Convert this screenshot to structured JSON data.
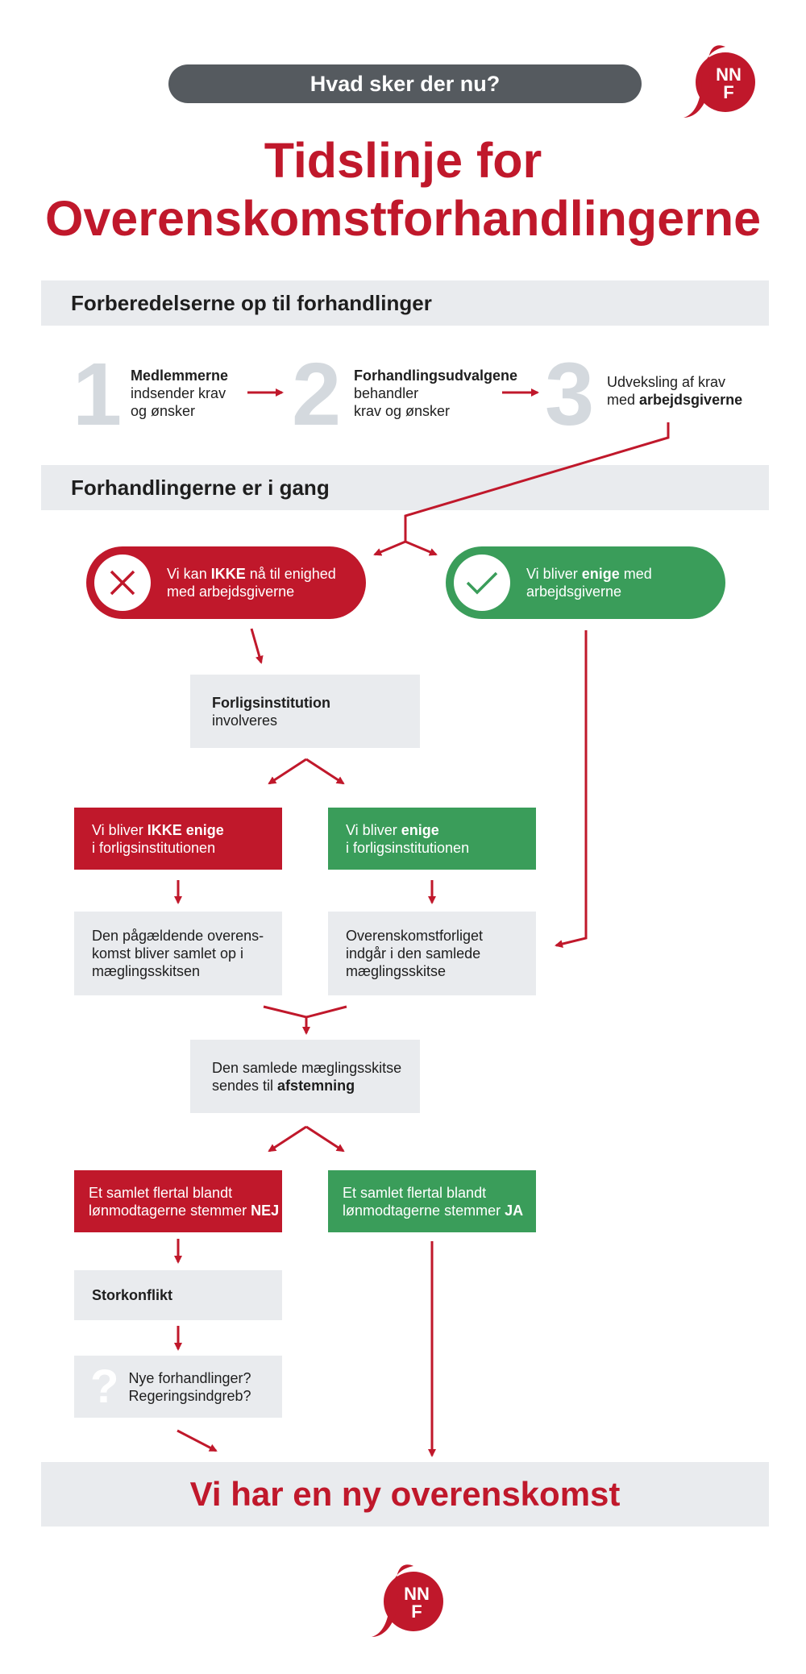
{
  "header": {
    "pill_label": "Hvad sker der nu?"
  },
  "title": {
    "line1": "Tidslinje for",
    "line2": "Overenskomstforhandlingerne"
  },
  "section1": {
    "label": "Forberedelserne op til forhandlinger"
  },
  "steps": [
    {
      "number": "1",
      "bold": "Medlemmerne",
      "text1": "indsender krav",
      "text2": "og ønsker"
    },
    {
      "number": "2",
      "bold": "Forhandlingsudvalgene",
      "text1": "behandler",
      "text2": "krav og ønsker"
    },
    {
      "number": "3",
      "text1": "Udveksling af krav",
      "text2_pre": "med ",
      "text2_bold": "arbejdsgiverne"
    }
  ],
  "section2": {
    "label": "Forhandlingerne er i gang"
  },
  "no_agreement": {
    "pre": "Vi kan ",
    "bold": "IKKE",
    "post": " nå til enighed",
    "line2": "med arbejdsgiverne"
  },
  "agreement": {
    "pre": "Vi bliver ",
    "bold": "enige",
    "post": " med",
    "line2": "arbejdsgiverne"
  },
  "mediator": {
    "bold": "Forligsinstitution",
    "line2": "involveres"
  },
  "mediator_no": {
    "pre": "Vi bliver ",
    "bold": "IKKE enige",
    "line2": "i forligsinstitutionen"
  },
  "mediator_yes": {
    "pre": "Vi bliver ",
    "bold": "enige",
    "line2": "i forligsinstitutionen"
  },
  "sketch_no": {
    "line1": "Den pågældende overens-",
    "line2": "komst bliver samlet op i",
    "line3": "mæglingsskitsen"
  },
  "sketch_yes": {
    "line1": "Overenskomstforliget",
    "line2": "indgår i den samlede",
    "line3": "mæglingsskitse"
  },
  "vote": {
    "line1": "Den samlede mæglingsskitse",
    "line2_pre": "sendes til ",
    "line2_bold": "afstemning"
  },
  "vote_no": {
    "line1": "Et samlet flertal blandt",
    "line2_pre": "lønmodtagerne stemmer ",
    "line2_bold": "NEJ"
  },
  "vote_yes": {
    "line1": "Et samlet flertal blandt",
    "line2_pre": "lønmodtagerne stemmer ",
    "line2_bold": "JA"
  },
  "conflict": {
    "label": "Storkonflikt"
  },
  "question": {
    "mark": "?",
    "line1": "Nye forhandlinger?",
    "line2": "Regeringsindgreb?"
  },
  "final": {
    "label": "Vi har en ny overenskomst"
  },
  "logo": {
    "letters_top": "NN",
    "letters_bottom": "F",
    "script": "f"
  },
  "colors": {
    "red": "#c0182b",
    "green": "#3a9d5a",
    "gray_band": "#e9ebee",
    "dark_pill": "#555a5f"
  }
}
